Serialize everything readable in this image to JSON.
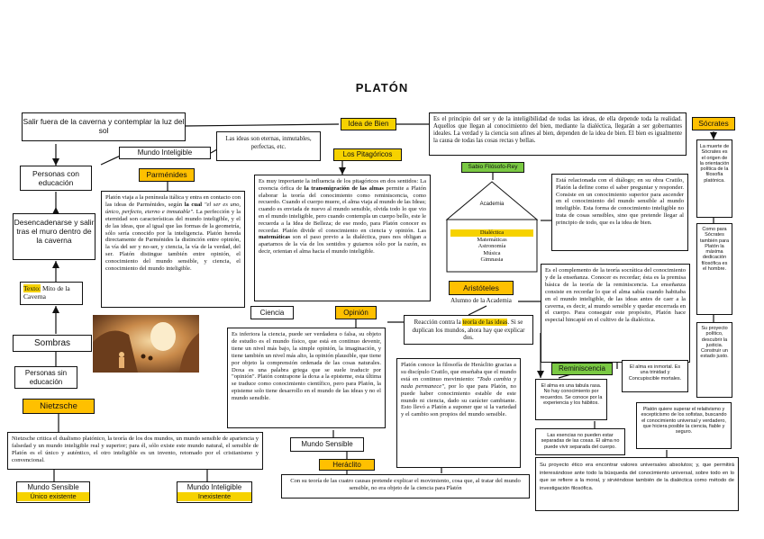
{
  "title": "PLATÓN",
  "nodes": {
    "salir": "Salir fuera de la caverna y contemplar la luz del sol",
    "idea_bien": "Idea de Bien",
    "idea_bien_text": "Es el principio del ser y de la inteligibilidad de todas las ideas, de ella depende toda la realidad. Aquellos que llegan al conocimiento del bien, mediante la dialéctica, llegarán a ser gobernantes ideales. La verdad y la ciencia son afines al bien, dependen de la idea de bien. El bien es igualmente la causa de todas las cosas rectas y bellas.",
    "socrates": "Sócrates",
    "socrates_text": "La muerte de Sócrates es el origen de la orientación política de la filosofía platónica.",
    "mundo_inteligible": "Mundo Inteligible",
    "ideas_eternas": "Las ideas son eternas, inmutables, perfectas, etc.",
    "personas_educacion": "Personas con educación",
    "parmenides": "Parménides",
    "parmenides_text_a": "Platón viaja a la península itálica y entra en contacto con las ideas de Parménides, según ",
    "parmenides_text_b": "la cual",
    "parmenides_text_c": " \"el ser es uno, único, perfecto, eterno e inmutable\"",
    "parmenides_text_d": ". La perfección y la eternidad son características del mundo inteligible, y el de las ideas, que al igual que las formas de la geometría, sólo sería conocido por la inteligencia. Platón hereda directamente de Parménides la distinción entre opinión, la vía del ser y no-ser, y ciencia, la vía de la verdad, del ser. Platón distingue también entre opinión, el conocimiento del mundo sensible, y ciencia, el conocimiento del mundo inteligible.",
    "pitagoricos": "Los Pitagóricos",
    "pitagoricos_text_a": "Es muy importante la influencia de los pitagóricos en dos sentidos: La creencia órfica de ",
    "pitagoricos_text_b": "la transmigración de las almas",
    "pitagoricos_text_c": " permite a Platón elaborar la teoría del conocimiento como reminiscencia, como recuerdo. Cuando el cuerpo muere, el alma viaja al mundo de las Ideas; cuando es enviada de nuevo al mundo sensible, olvida todo lo que vio en el mundo inteligible, pero cuando contempla un cuerpo bello, este le recuerda a la Idea de Belleza; de ese modo, para Platón conocer es recordar. Platón divide el conocimiento en ciencia y opinión. Las ",
    "pitagoricos_text_d": "matemáticas",
    "pitagoricos_text_e": " son el paso previo a la dialéctica, pues nos obligan a apartarnos de la vía de los sentidos y guiarnos sólo por la razón, es decir, orientan el alma hacia el mundo inteligible.",
    "sabio": "Sabio Filósofo-Rey",
    "academia": "Academia",
    "academia_items": [
      "Dialéctica",
      "Matemáticas",
      "Astronomía",
      "Música",
      "Gimnasia"
    ],
    "critias_text": "Está relacionada con el diálogo; en su obra Cratilo, Platón la define como el saber preguntar y responder. Consiste en un conocimiento superior para ascender en el conocimiento del mundo sensible al mundo inteligible. Esta forma de conocimiento inteligible no trata de cosas sensibles, sino que pretende llegar al principio de todo, que es la idea de bien.",
    "socrates_politico": "Como para Sócrates también para Platón la máxima dedicación filosófica es el hombre.",
    "su_proyecto": "Su proyecto político, descubrir la justicia. Construir un estado justo.",
    "desencadenarse": "Desencadenarse y salir tras el muro dentro de la caverna",
    "texto_label": "Texto:",
    "texto_mito": " Mito de la Caverna",
    "aristoteles": "Aristóteles",
    "alumno": "Alumno de la Academia",
    "reminiscencia_text": "Es el complemento de la teoría socrática del conocimiento y de la enseñanza. Conocer es recordar; ésta es la premisa básica de la teoría de la reminiscencia. La enseñanza consiste en recordar lo que el alma sabía cuando habitaba en el mundo inteligible, de las ideas antes de caer a la caverna, es decir, al mundo sensible y quedar encerrada en el cuerpo. Para conseguir este propósito, Platón hace especial hincapié en el cultivo de la dialéctica.",
    "ciencia": "Ciencia",
    "opinion": "Opinión",
    "reaccion_a": "Reacción contra la ",
    "reaccion_b": "teoría de las ideas",
    "reaccion_c": ". Si se duplican los mundos, ahora hay que explicar dos.",
    "sombras": "Sombras",
    "opinion_text": "Es inferiora la ciencia, puede ser verdadera o falsa, su objeto de estudio es el mundo físico, que está en continuo devenir, tiene un nivel más bajo, la simple opinión, la imaginación, y tiene también un nivel más alto, la opinión plausible, que tiene por objeto la comprensión ordenada de las cosas naturales. Doxa es una palabra griega que se suele traducir por \"opinión\". Platón contrapone la doxa a la episteme, esta última se traduce como conocimiento científico, pero para Platón, la episteme solo tiene desarrollo en el mundo de las ideas y no el mundo sensible.",
    "heraclito_text_a": "Platón conoce la filosofía de Heráclito gracias a su discípulo Cratilo, que enseñaba que el mundo está en continuo movimiento: ",
    "heraclito_text_b": "\"Todo cambia y nada permanece\"",
    "heraclito_text_c": ", por lo que para Platón, no puede haber conocimiento estable de este mundo ni ciencia, dado su carácter cambiante. Esto llevó a Platón a suponer que si la variedad y el cambio son propios del mundo sensible.",
    "reminiscencia": "Reminiscencia",
    "alma_inmortal": "El alma es inmortal. Es una trinidad y Concupiscible mortales.",
    "alma_saber": "El alma es una tabula rasa. No hay conocimiento por recuerdos. Se conoce por la experiencia y los hábitos.",
    "platon_supera": "Platón quiere superar el relativismo y escepticismo de los sofistas, buscando el conocimiento universal y verdadero, que hiciera posible la ciencia, fiable y seguro.",
    "personas_sin": "Personas sin educación",
    "nietzsche": "Nietzsche",
    "nietzsche_text": "Nietzsche critica el dualismo platónico, la teoría de los dos mundos, un mundo sensible de apariencia y falsedad y un mundo inteligible real y superior; para él, sólo existe este mundo natural, el sensible de Platón es el único y auténtico, el otro inteligible es un invento, retomado por el cristianismo y convencional.",
    "esencias": "Las esencias no pueden estar separadas de las cosas. El alma no puede vivir separada del cuerpo.",
    "mundo_sensible": "Mundo Sensible",
    "heraclito": "Heráclito",
    "proyecto_etico": "Su proyecto ético era encontrar valores universales absolutos; y, que permitirá interesándose ante todo la búsqueda del conocimiento universal, sobre todo en lo que se refiere a la moral, y sirviéndose también de la dialéctica como método de investigación filosófica.",
    "mundo_sensible_b": "Mundo Sensible",
    "unico_existente": "Único existente",
    "mundo_inteligible_b": "Mundo Inteligible",
    "inexistente": "Inexistente",
    "cuatro_causas": "Con su teoría de las cuatro causas pretende explicar el movimiento, cosa que, al tratar del mundo sensible, no era objeto de la ciencia para Platón"
  },
  "colors": {
    "yellow": "#f6d200",
    "orange": "#ffc000",
    "green": "#7ac943"
  }
}
